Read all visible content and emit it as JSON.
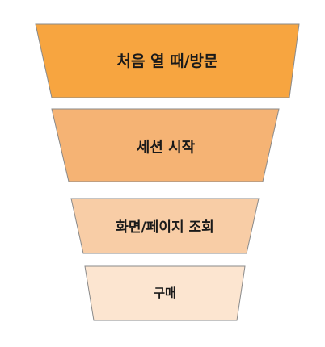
{
  "funnel": {
    "stages": [
      {
        "label": "처음 열 때/방문",
        "color": "#f7a540"
      },
      {
        "label": "세션 시작",
        "color": "#f5b374"
      },
      {
        "label": "화면/페이지 조회",
        "color": "#f8cda6"
      },
      {
        "label": "구매",
        "color": "#fce5d0"
      }
    ]
  }
}
